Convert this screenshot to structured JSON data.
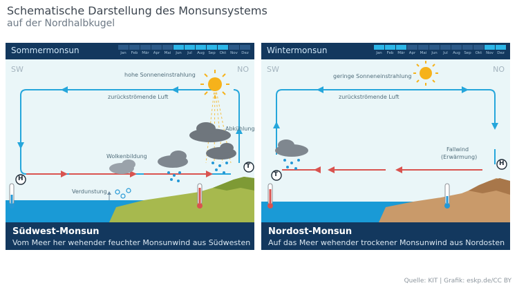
{
  "title": "Schematische Darstellung des Monsunsystems",
  "subtitle": "auf der Nordhalbkugel",
  "months": [
    "Jan",
    "Feb",
    "Mär",
    "Apr",
    "Mai",
    "Jun",
    "Jul",
    "Aug",
    "Sep",
    "Okt",
    "Nov",
    "Dez"
  ],
  "summer": {
    "header": "Sommermonsun",
    "active_months": [
      "Jun",
      "Jul",
      "Aug",
      "Sep",
      "Okt"
    ],
    "dir_left": "SW",
    "dir_right": "NO",
    "labels": {
      "sun": "hohe Sonneneinstrahlung",
      "return_air": "zurückströmende Luft",
      "cooling": "Abkühlung",
      "clouds": "Wolkenbildung",
      "evaporation": "Verdunstung",
      "high": "H",
      "low": "T"
    },
    "footer_title": "Südwest-Monsun",
    "footer_sub": "Vom Meer her wehender feuchter Monsunwind aus Südwesten"
  },
  "winter": {
    "header": "Wintermonsun",
    "active_months": [
      "Jan",
      "Feb",
      "Mär",
      "Nov",
      "Dez"
    ],
    "dir_left": "SW",
    "dir_right": "NO",
    "labels": {
      "sun": "geringe Sonneneinstrahlung",
      "return_air": "zurückströmende Luft",
      "fallwind": "Fallwind",
      "warming": "(Erwärmung)",
      "high": "H",
      "low": "T"
    },
    "footer_title": "Nordost-Monsun",
    "footer_sub": "Auf das Meer wehender trockener Monsunwind aus Nordosten"
  },
  "credit": "Quelle: KIT | Grafik: eskp.de/CC BY",
  "colors": {
    "header_bg": "#13385e",
    "sky": "#eaf6f8",
    "sea": "#1a9ad6",
    "land_summer": "#a7b94e",
    "land_winter": "#c99a6a",
    "return_arrow": "#25a6db",
    "surface_arrow": "#d9534f",
    "sun": "#f6b21b",
    "active_month": "#2cb6e8"
  }
}
